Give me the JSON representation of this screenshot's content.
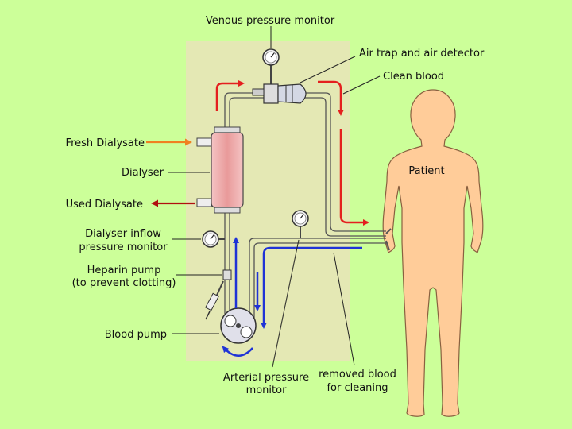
{
  "labels": {
    "venous_pressure_monitor": "Venous pressure monitor",
    "air_trap": "Air trap and air detector",
    "clean_blood": "Clean blood",
    "fresh_dialysate": "Fresh Dialysate",
    "dialyser": "Dialyser",
    "used_dialysate": "Used Dialysate",
    "dialyser_inflow_line1": "Dialyser inflow",
    "dialyser_inflow_line2": "pressure monitor",
    "heparin_line1": "Heparin pump",
    "heparin_line2": "(to prevent clotting)",
    "blood_pump": "Blood pump",
    "arterial_line1": "Arterial pressure",
    "arterial_line2": "monitor",
    "removed_line1": "removed blood",
    "removed_line2": "for cleaning",
    "patient": "Patient"
  },
  "colors": {
    "background": "#ccff99",
    "panel": "#e4e8b4",
    "tube": "#555555",
    "clean_flow": "#e41f1f",
    "dirty_flow": "#1f33d6",
    "fresh_dialysate_arrow": "#f08020",
    "used_dialysate_arrow": "#b01010",
    "dialyser_fill": "#eda8a8",
    "patient_skin": "#ffcc99"
  }
}
